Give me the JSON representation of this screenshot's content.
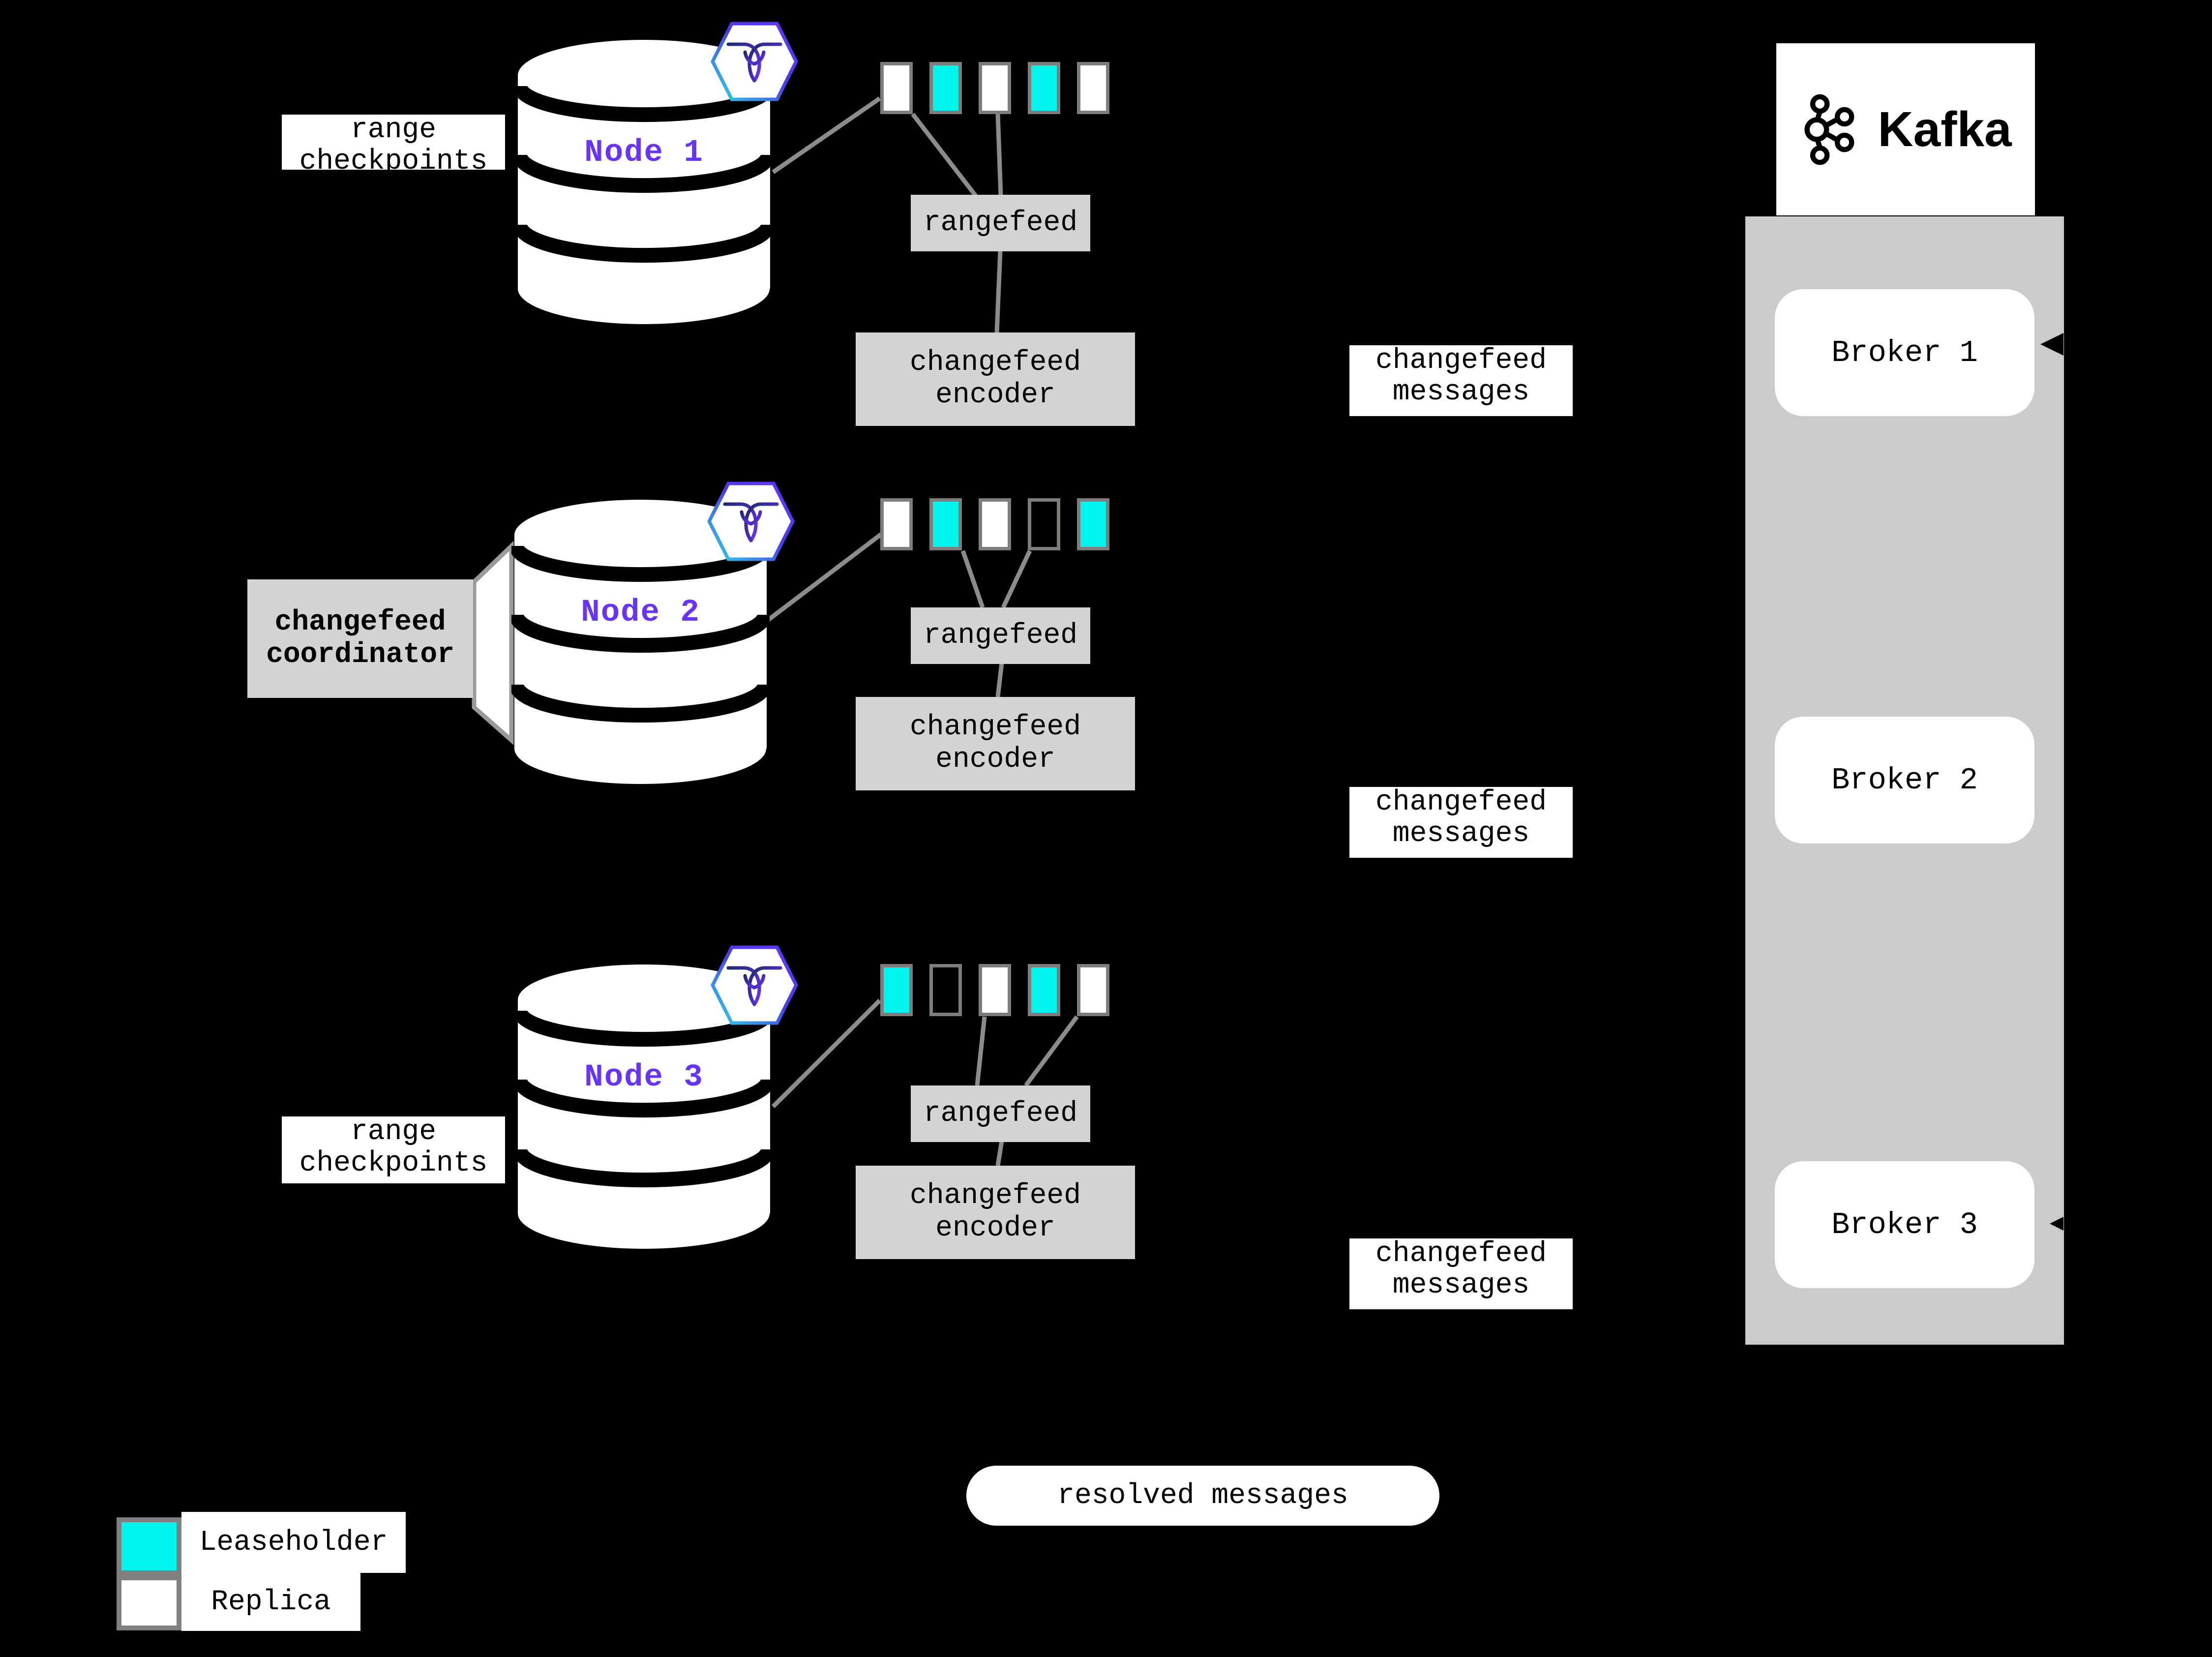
{
  "colors": {
    "background": "#000000",
    "leaseholder": "#00f5ec",
    "replica": "#ffffff",
    "process_box_gray": "#d3d3d3",
    "kafka_panel_gray": "#cbcbcb",
    "square_border_gray": "#7d7d7d",
    "connector_gray": "#8c8c8c",
    "node_label_purple": "#6933ff",
    "arrow_black": "#000000"
  },
  "nodes": [
    {
      "name": "Node 1",
      "checkpoint_label": {
        "line1": "range",
        "line2": "checkpoints"
      },
      "squares": [
        "replica",
        "leaseholder",
        "replica",
        "leaseholder",
        "replica"
      ],
      "rangefeed_label": "rangefeed",
      "encoder_label": {
        "line1": "changefeed",
        "line2": "encoder"
      },
      "messages_label": {
        "line1": "changefeed",
        "line2": "messages"
      }
    },
    {
      "name": "Node 2",
      "coordinator_label": {
        "line1": "changefeed",
        "line2": "coordinator"
      },
      "squares": [
        "replica",
        "leaseholder",
        "replica",
        "empty",
        "leaseholder"
      ],
      "rangefeed_label": "rangefeed",
      "encoder_label": {
        "line1": "changefeed",
        "line2": "encoder"
      },
      "messages_label": {
        "line1": "changefeed",
        "line2": "messages"
      }
    },
    {
      "name": "Node 3",
      "checkpoint_label": {
        "line1": "range",
        "line2": "checkpoints"
      },
      "squares": [
        "leaseholder",
        "empty",
        "replica",
        "leaseholder",
        "replica"
      ],
      "rangefeed_label": "rangefeed",
      "encoder_label": {
        "line1": "changefeed",
        "line2": "encoder"
      },
      "messages_label": {
        "line1": "changefeed",
        "line2": "messages"
      }
    }
  ],
  "kafka": {
    "title": "Kafka",
    "brokers": [
      {
        "label": "Broker 1"
      },
      {
        "label": "Broker 2"
      },
      {
        "label": "Broker 3"
      }
    ]
  },
  "resolved_messages_label": "resolved messages",
  "legend": {
    "items": [
      {
        "label": "Leaseholder",
        "type": "leaseholder"
      },
      {
        "label": "Replica",
        "type": "replica"
      }
    ]
  }
}
